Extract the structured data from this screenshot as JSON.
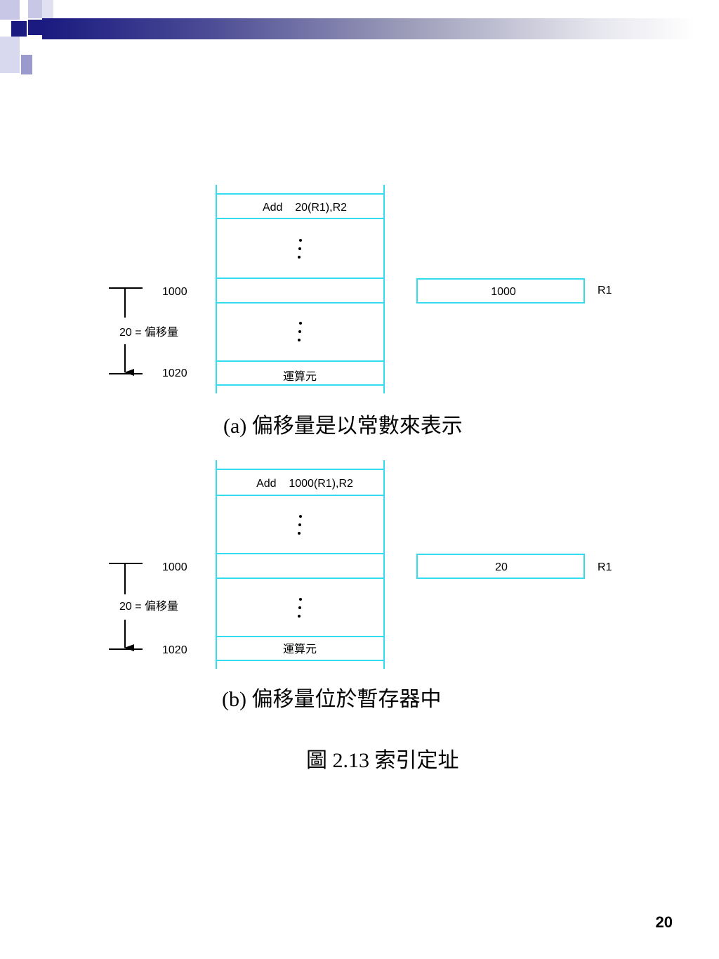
{
  "panel_a": {
    "instruction": "Add    20(R1),R2",
    "addr_top": "1000",
    "addr_bottom": "1020",
    "offset_label": "20 = 偏移量",
    "operand_label": "運算元",
    "register_value": "1000",
    "register_name": "R1",
    "caption": "(a)  偏移量是以常數來表示"
  },
  "panel_b": {
    "instruction": "Add    1000(R1),R2",
    "addr_top": "1000",
    "addr_bottom": "1020",
    "offset_label": "20 = 偏移量",
    "operand_label": "運算元",
    "register_value": "20",
    "register_name": "R1",
    "caption": "(b)  偏移量位於暫存器中"
  },
  "figure_caption": "圖 2.13  索引定址",
  "page_number": "20",
  "colors": {
    "memory_line": "#33ddee",
    "header_dark": "#1a1a80",
    "header_light": "#c8c8e6"
  }
}
